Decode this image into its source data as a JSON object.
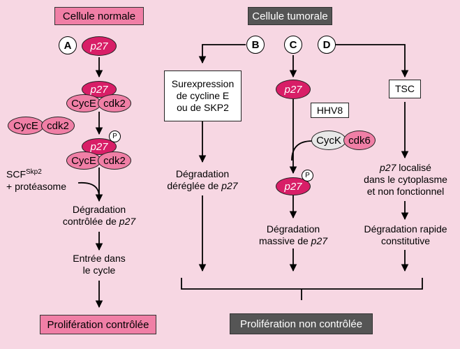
{
  "headers": {
    "normal": "Cellule normale",
    "tumoral": "Cellule tumorale"
  },
  "letters": {
    "a": "A",
    "b": "B",
    "c": "C",
    "d": "D"
  },
  "protein": {
    "p27": "p27",
    "cyce": "CycE",
    "cdk2": "cdk2",
    "cyck": "CycK",
    "cdk6": "cdk6",
    "phospho": "P"
  },
  "normal": {
    "scf_base": "SCF",
    "scf_sup": "Skp2",
    "proteasome": "+ protéasome",
    "degradation_line1": "Dégradation",
    "degradation_line2": "contrôlée de ",
    "entry_line1": "Entrée dans",
    "entry_line2": "le cycle",
    "result": "Prolifération contrôlée"
  },
  "pathB": {
    "box_line1": "Surexpression",
    "box_line2": "de cycline E",
    "box_line3": "ou de SKP2",
    "degradation_line1": "Dégradation",
    "degradation_line2": "déréglée de "
  },
  "pathC": {
    "virus": "HHV8",
    "degradation_line1": "Dégradation",
    "degradation_line2": "massive de "
  },
  "pathD": {
    "tsc": "TSC",
    "loc_line1_suffix": " localisé",
    "loc_line2": "dans le cytoplasme",
    "loc_line3": "et non fonctionnel",
    "degradation_line1": "Dégradation rapide",
    "degradation_line2": "constitutive"
  },
  "tumoral_result": "Prolifération non contrôlée",
  "colors": {
    "background": "#f7d7e3",
    "p27": "#d81e67",
    "protein": "#f07fa6",
    "header_grey": "#555555"
  }
}
